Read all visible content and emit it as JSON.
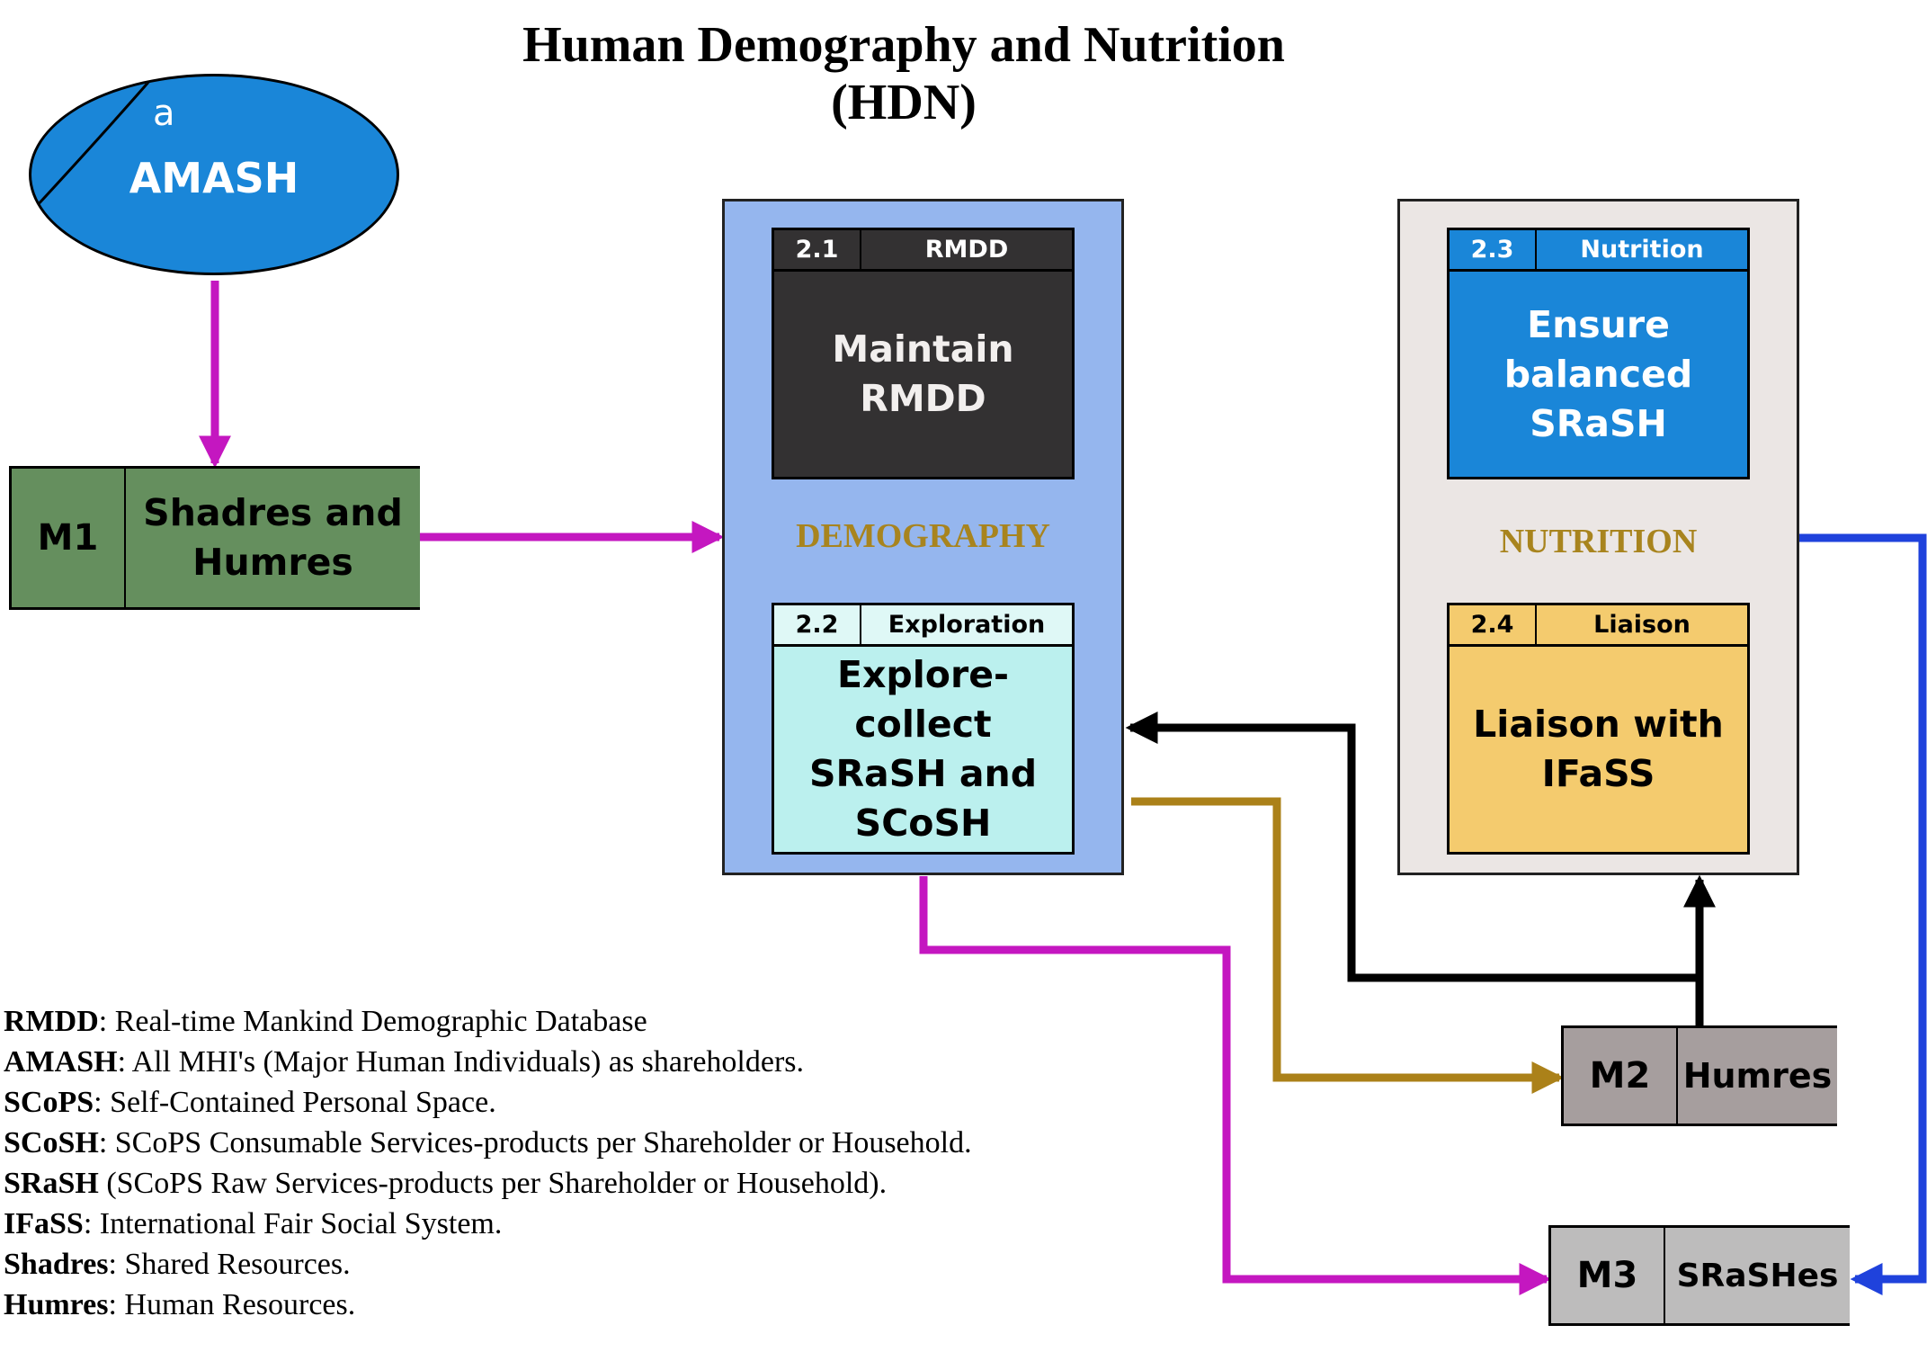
{
  "title_line1": "Human Demography and Nutrition",
  "title_line2": "(HDN)",
  "colors": {
    "magenta": "#c417c0",
    "black": "#000000",
    "gold": "#ab8119",
    "blue": "#1f42dc",
    "ellipse_fill": "#1a86d8",
    "m1_fill": "#658f5e",
    "gray_store_fill": "#a69e9e",
    "m3_fill": "#bdbcbc",
    "demography_fill": "#95b6ee",
    "nutrition_fill": "#ebe6e4",
    "p21_fill": "#333132",
    "p22_fill": "#bbf0ee",
    "p22_head_fill": "#dff8f6",
    "p23_fill": "#1a86d8",
    "p24_fill": "#f4cb6e",
    "group_label": "#a8841e"
  },
  "entity": {
    "letter": "a",
    "name": "AMASH"
  },
  "stores": {
    "m1": {
      "id": "M1",
      "name_line1": "Shadres and",
      "name_line2": "Humres"
    },
    "m2": {
      "id": "M2",
      "name": "Humres"
    },
    "m3": {
      "id": "M3",
      "name": "SRaSHes"
    }
  },
  "groups": {
    "demography": "DEMOGRAPHY",
    "nutrition": "NUTRITION"
  },
  "processes": {
    "p21": {
      "num": "2.1",
      "name": "RMDD",
      "line1": "Maintain",
      "line2": "RMDD"
    },
    "p22": {
      "num": "2.2",
      "name": "Exploration",
      "line1": "Explore-collect",
      "line2": "SRaSH and",
      "line3": "SCoSH"
    },
    "p23": {
      "num": "2.3",
      "name": "Nutrition",
      "line1": "Ensure",
      "line2": "balanced",
      "line3": "SRaSH"
    },
    "p24": {
      "num": "2.4",
      "name": "Liaison",
      "line1": "Liaison with",
      "line2": "IFaSS"
    }
  },
  "legend": [
    {
      "term": "RMDD",
      "def": ": Real-time Mankind Demographic Database"
    },
    {
      "term": "AMASH",
      "def": ": All MHI's (Major Human Individuals) as shareholders."
    },
    {
      "term": "SCoPS",
      "def": ": Self-Contained Personal Space."
    },
    {
      "term": "SCoSH",
      "def": ": SCoPS Consumable Services-products per Shareholder or Household."
    },
    {
      "term": "SRaSH",
      "def": " (SCoPS Raw Services-products per Shareholder or Household)."
    },
    {
      "term": "IFaSS",
      "def": ": International Fair Social System."
    },
    {
      "term": "Shadres",
      "def": ": Shared Resources."
    },
    {
      "term": "Humres",
      "def": ": Human Resources."
    }
  ]
}
